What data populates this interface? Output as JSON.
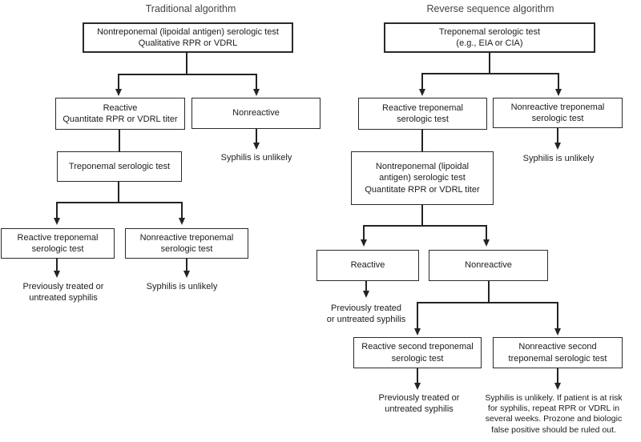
{
  "left": {
    "title": "Traditional algorithm",
    "nodes": {
      "start": "Nontreponemal (lipoidal antigen) serologic test\nQualitative RPR or VDRL",
      "reactive_quant": "Reactive\nQuantitate RPR or VDRL titer",
      "nonreactive": "Nonreactive",
      "treponemal": "Treponemal serologic test",
      "reactive_trep": "Reactive treponemal\nserologic test",
      "nonreactive_trep": "Nonreactive treponemal\nserologic test"
    },
    "outcomes": {
      "unlikely_top": "Syphilis is unlikely",
      "prev_treated": "Previously treated or\nuntreated syphilis",
      "unlikely_bottom": "Syphilis is unlikely"
    }
  },
  "right": {
    "title": "Reverse sequence algorithm",
    "nodes": {
      "start": "Treponemal serologic test\n(e.g., EIA or CIA)",
      "reactive_trep": "Reactive treponemal\nserologic test",
      "nonreactive_trep": "Nonreactive treponemal\nserologic test",
      "nontreponemal": "Nontreponemal (lipoidal\nantigen) serologic test\nQuantitate RPR or VDRL titer",
      "reactive": "Reactive",
      "nonreactive": "Nonreactive",
      "reactive_second": "Reactive second treponemal\nserologic test",
      "nonreactive_second": "Nonreactive second\ntreponemal serologic test"
    },
    "outcomes": {
      "unlikely_top": "Syphilis is unlikely",
      "prev_treated_mid": "Previously treated\nor untreated syphilis",
      "prev_treated_bottom": "Previously treated or\nuntreated syphilis",
      "unlikely_long": "Syphilis is unlikely. If patient is at risk\nfor syphilis, repeat RPR or VDRL in\nseveral weeks. Prozone and biologic\nfalse positive should be ruled out."
    }
  },
  "colors": {
    "line": "#262223",
    "text": "#231f20",
    "title": "#454545",
    "background": "#ffffff"
  }
}
